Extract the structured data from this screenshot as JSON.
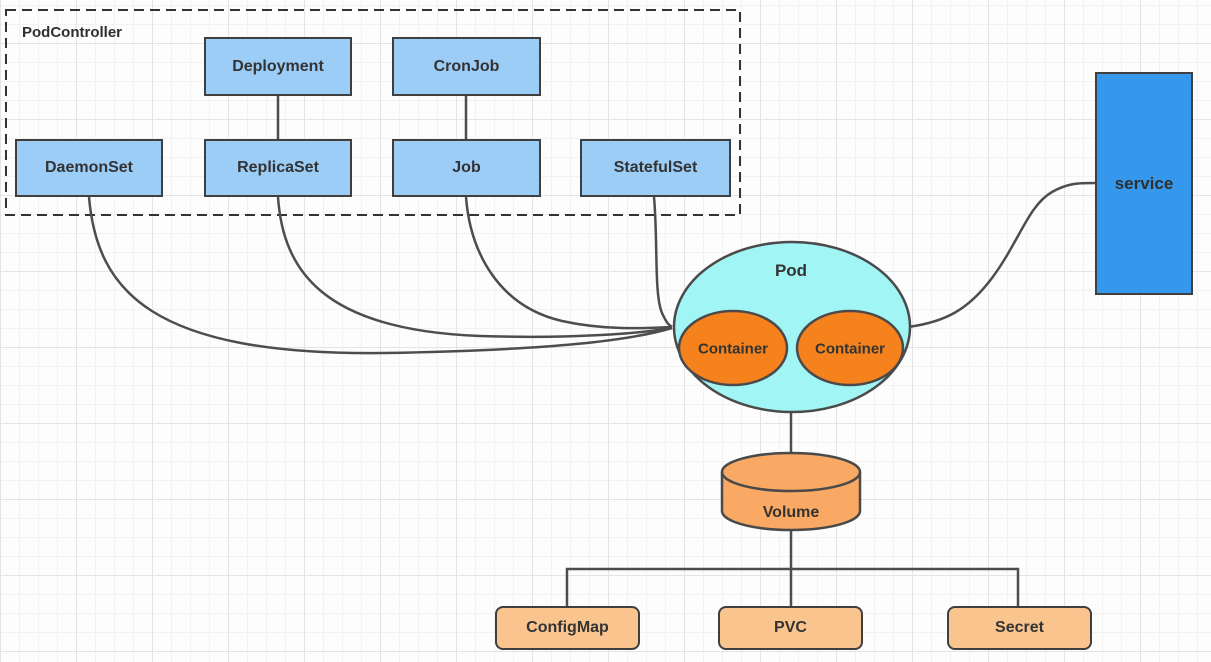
{
  "group": {
    "label": "PodController",
    "nodes": {
      "deployment": {
        "label": "Deployment"
      },
      "cronjob": {
        "label": "CronJob"
      },
      "daemonset": {
        "label": "DaemonSet"
      },
      "replicaset": {
        "label": "ReplicaSet"
      },
      "job": {
        "label": "Job"
      },
      "statefulset": {
        "label": "StatefulSet"
      }
    }
  },
  "pod": {
    "label": "Pod",
    "containers": [
      "Container",
      "Container"
    ]
  },
  "service": {
    "label": "service"
  },
  "volume": {
    "label": "Volume"
  },
  "storage": {
    "configmap": {
      "label": "ConfigMap"
    },
    "pvc": {
      "label": "PVC"
    },
    "secret": {
      "label": "Secret"
    }
  },
  "edges": [
    {
      "from": "Deployment",
      "to": "ReplicaSet"
    },
    {
      "from": "CronJob",
      "to": "Job"
    },
    {
      "from": "DaemonSet",
      "to": "Pod"
    },
    {
      "from": "ReplicaSet",
      "to": "Pod"
    },
    {
      "from": "Job",
      "to": "Pod"
    },
    {
      "from": "StatefulSet",
      "to": "Pod"
    },
    {
      "from": "Pod",
      "to": "service"
    },
    {
      "from": "Pod",
      "to": "Volume"
    },
    {
      "from": "Volume",
      "to": "ConfigMap"
    },
    {
      "from": "Volume",
      "to": "PVC"
    },
    {
      "from": "Volume",
      "to": "Secret"
    }
  ],
  "colors": {
    "controller_fill": "#9ccdf7",
    "service_fill": "#3598ec",
    "pod_fill": "#a2f5f5",
    "container_fill": "#f5821d",
    "volume_fill": "#f9a964",
    "storage_fill": "#fac48f",
    "shape_border": "#3f3f3f",
    "line": "#4d4d4d",
    "text": "#333333",
    "dashed_border": "#333333",
    "grid_minor": "#f2f2f2",
    "grid_major": "#e4e4e4"
  }
}
